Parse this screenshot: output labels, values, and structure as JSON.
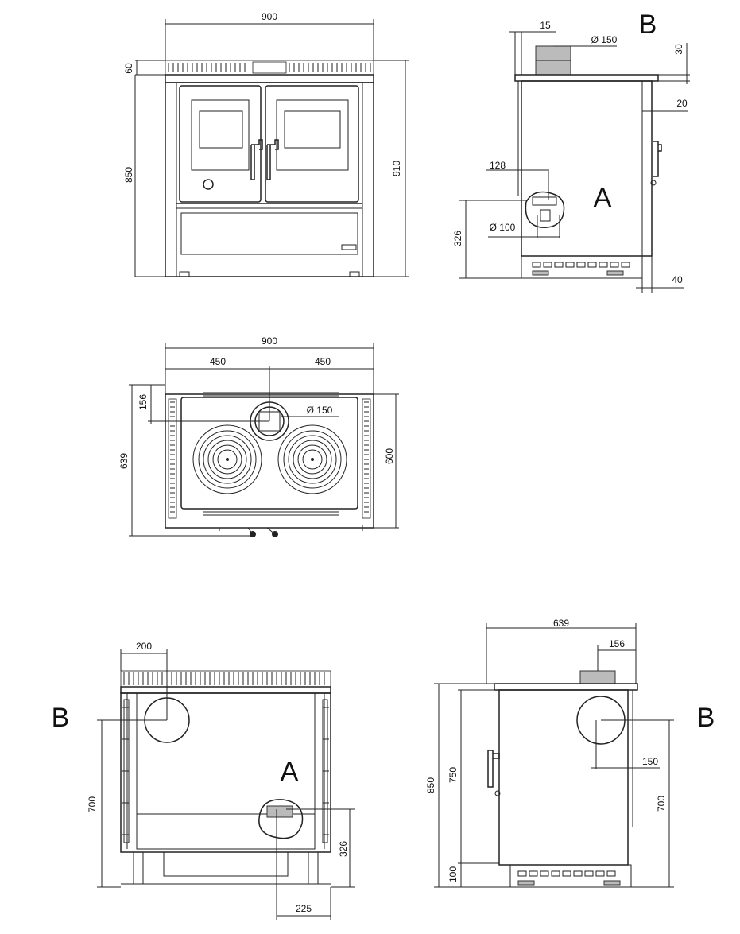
{
  "front_view": {
    "width_total": "900",
    "top_height": "60",
    "body_height": "850",
    "overall_height": "910"
  },
  "side_view_right": {
    "flue_offset": "15",
    "flue_diameter": "Ø 150",
    "top_height": "30",
    "top_overhang": "20",
    "air_offset": "128",
    "air_diameter": "Ø 100",
    "air_height": "326",
    "base_offset": "40",
    "label_a": "A",
    "label_b": "B"
  },
  "top_view": {
    "width_total": "900",
    "half_left": "450",
    "half_right": "450",
    "flue_depth": "156",
    "flue_diameter": "Ø  150",
    "depth_total": "639",
    "depth_body": "600"
  },
  "rear_view": {
    "flue_offset": "200",
    "flue_height": "700",
    "air_height": "326",
    "air_offset": "225",
    "label_a": "A",
    "label_b": "B"
  },
  "side_view_left": {
    "depth_total": "639",
    "flue_depth": "156",
    "overall_height": "850",
    "body_height": "750",
    "flue_offset": "150",
    "flue_height": "700",
    "base_height": "100",
    "label_b": "B"
  }
}
